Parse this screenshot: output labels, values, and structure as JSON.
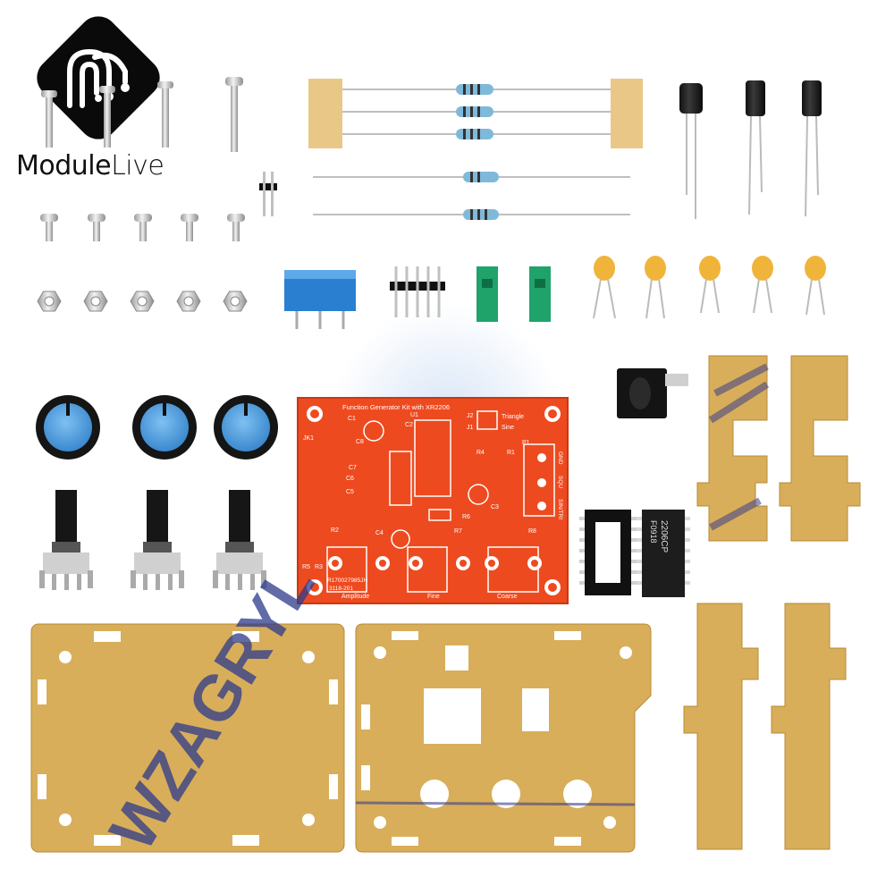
{
  "brand": {
    "name_part1": "Module",
    "name_part2": "Live"
  },
  "pcb": {
    "title": "Function Generator Kit with XR2206",
    "designators": [
      "C1",
      "C2",
      "C3",
      "C4",
      "C5",
      "C6",
      "C7",
      "C8",
      "U1",
      "J1",
      "J2",
      "JK1",
      "P1",
      "R1",
      "R2",
      "R3",
      "R4",
      "R5",
      "R6",
      "R7",
      "R8"
    ],
    "wave_labels": [
      "Triangle",
      "Sine"
    ],
    "pot_labels": [
      "Amplitude",
      "Fine",
      "Coarse"
    ],
    "output_labels": [
      "GND",
      "SQU",
      "SIN/TRI"
    ],
    "serial": "R170027985JH",
    "date_code": "3118-201"
  },
  "chip": {
    "part": "2206CP",
    "code": "F0918"
  },
  "case_print": "WZAGRYL",
  "colors": {
    "pcb": "#ee4a1f",
    "acrylic": "#d8ae5a",
    "knob": "#3b8fd6",
    "trimmer": "#2a7fd0",
    "jumper": "#1fa36a"
  }
}
